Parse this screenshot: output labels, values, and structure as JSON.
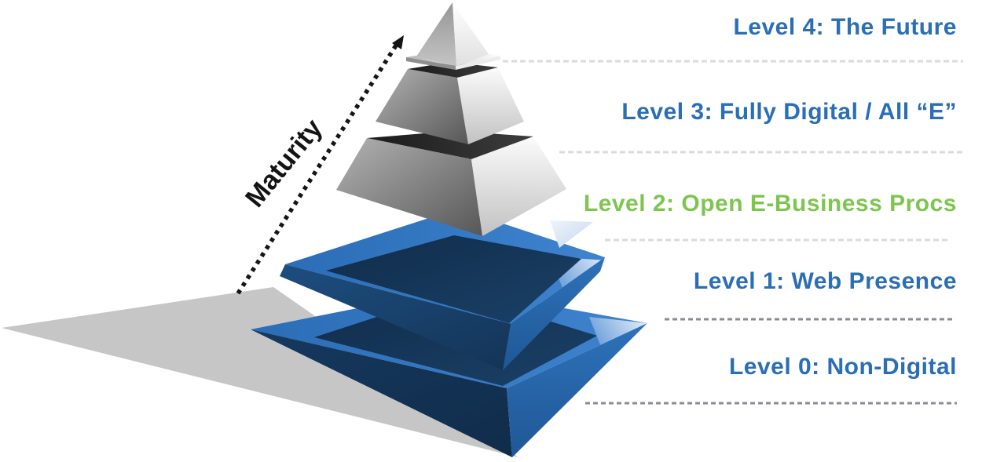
{
  "diagram": {
    "type": "exploded-pyramid-maturity-model",
    "axis_label": "Maturity",
    "levels": [
      {
        "label": "Level 4: The Future",
        "label_color": "#2A6EB5",
        "layer_color": "silver"
      },
      {
        "label": "Level 3: Fully Digital / All “E”",
        "label_color": "#2A6EB5",
        "layer_color": "silver"
      },
      {
        "label": "Level 2: Open E-Business Procs",
        "label_color": "#7EC550",
        "layer_color": "silver"
      },
      {
        "label": "Level 1: Web Presence",
        "label_color": "#2A6EB5",
        "layer_color": "blue"
      },
      {
        "label": "Level 0: Non-Digital",
        "label_color": "#2A6EB5",
        "layer_color": "blue"
      }
    ],
    "colors": {
      "label_blue": "#2A6EB5",
      "label_green": "#7EC550",
      "pyramid_blue": "#2E74C0",
      "pyramid_navy": "#16395E",
      "pyramid_silver": "#C9C9C9",
      "ground_shadow": "#C6C6C6",
      "arrow": "#151515"
    }
  }
}
